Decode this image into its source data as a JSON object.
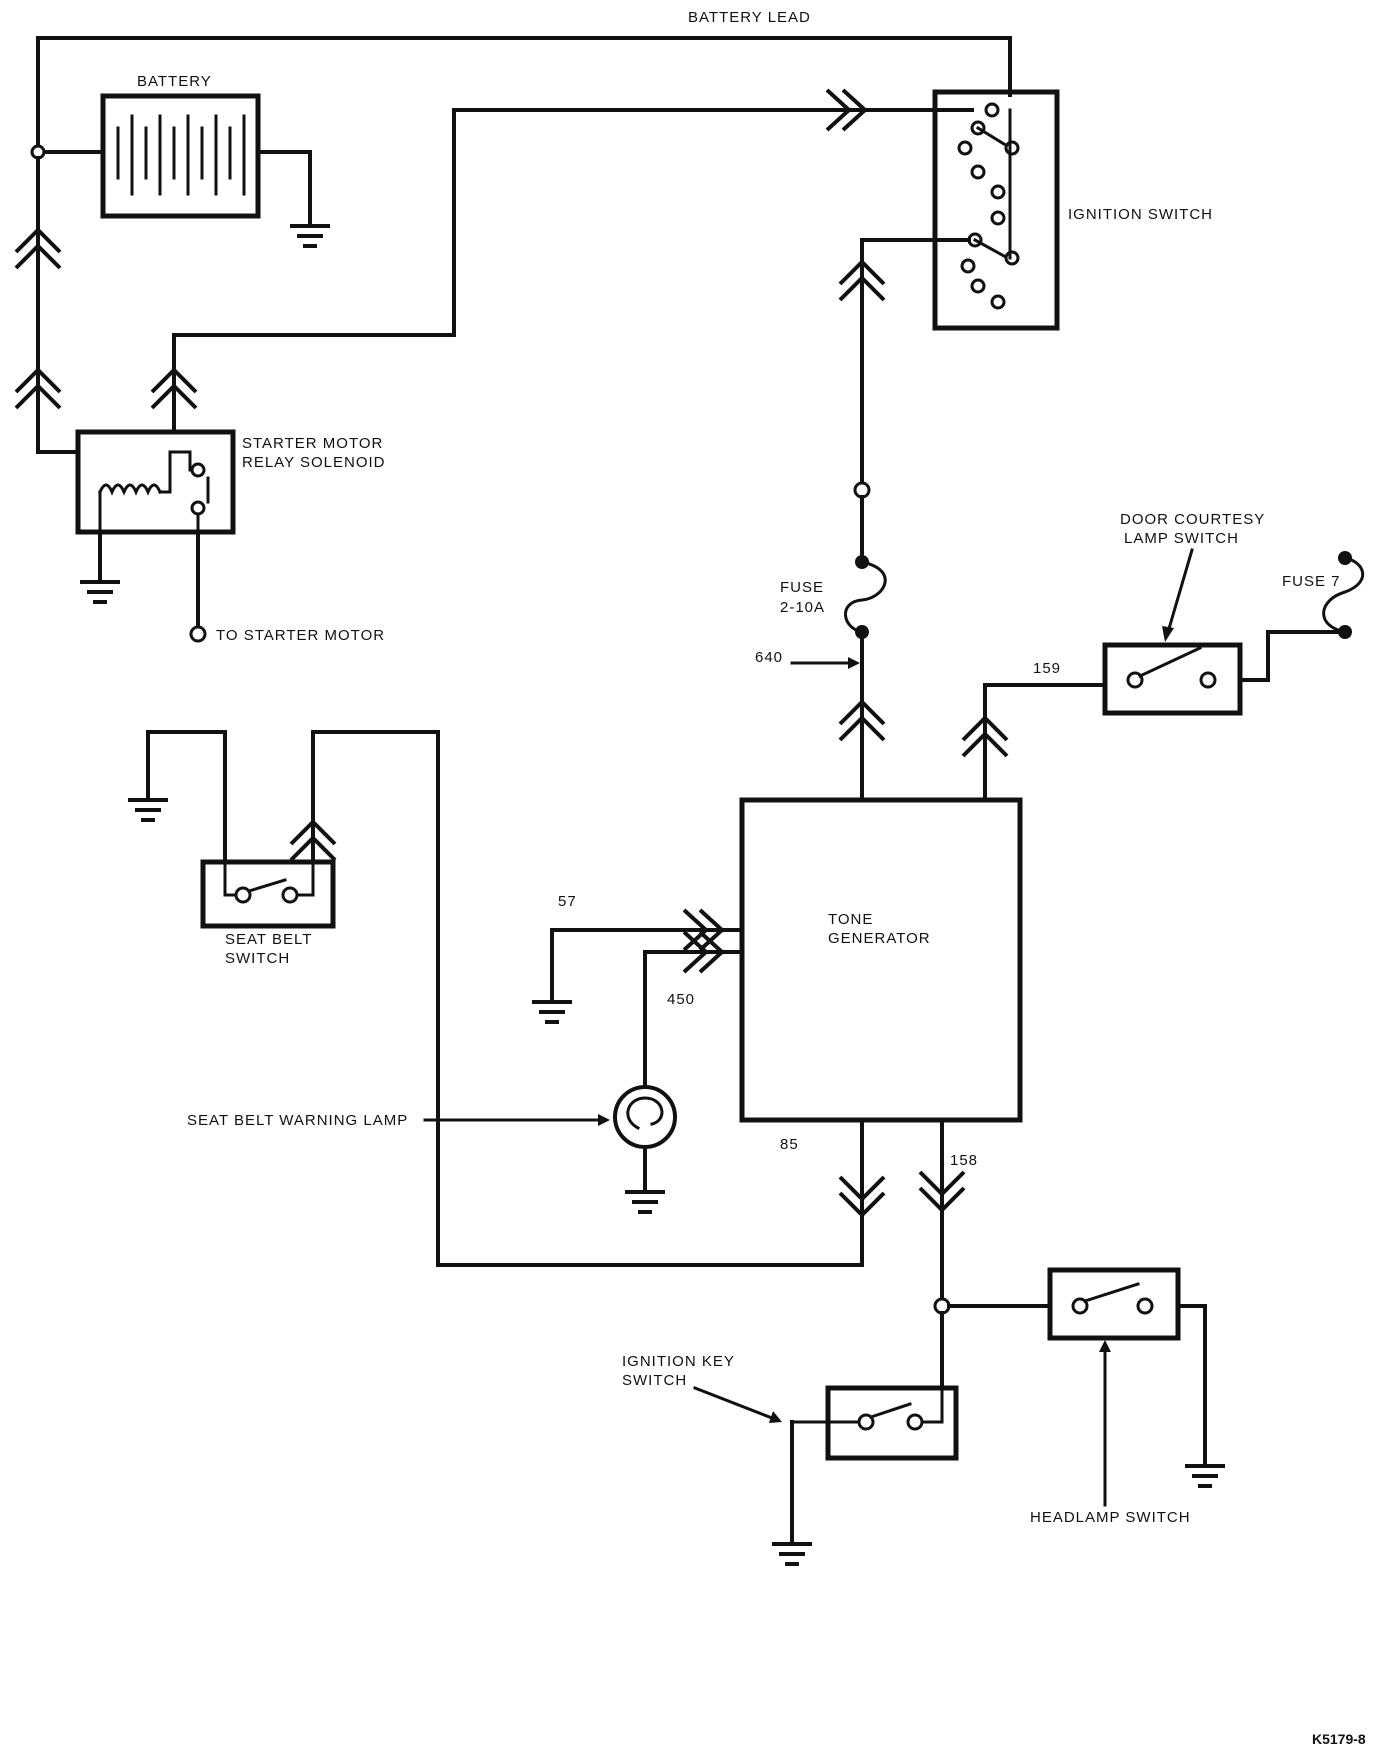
{
  "labels": {
    "battery_lead": "BATTERY LEAD",
    "battery": "BATTERY",
    "ignition_switch": "IGNITION SWITCH",
    "starter_relay_1": "STARTER MOTOR",
    "starter_relay_2": "RELAY SOLENOID",
    "to_starter_motor": "TO STARTER MOTOR",
    "door_switch_1": "DOOR COURTESY",
    "door_switch_2": "LAMP SWITCH",
    "fuse7": "FUSE 7",
    "fuse_1": "FUSE",
    "fuse_2": "2-10A",
    "wire_640": "640",
    "wire_159": "159",
    "seat_belt_switch_1": "SEAT BELT",
    "seat_belt_switch_2": "SWITCH",
    "tone_generator_1": "TONE",
    "tone_generator_2": "GENERATOR",
    "wire_57": "57",
    "wire_450": "450",
    "seat_belt_lamp": "SEAT BELT WARNING LAMP",
    "wire_85": "85",
    "wire_158": "158",
    "ignition_key_1": "IGNITION KEY",
    "ignition_key_2": "SWITCH",
    "headlamp_switch": "HEADLAMP SWITCH",
    "figure_id": "K5179-8"
  }
}
